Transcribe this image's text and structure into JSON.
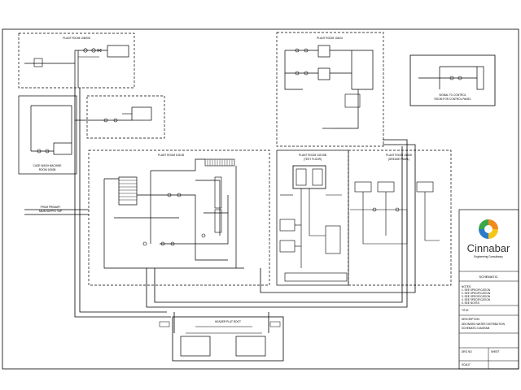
{
  "diagram": {
    "room_labels": {
      "r108": "PLANT ROOM 108/208",
      "r104": "PLANT ROOM 104/04",
      "r103": "PLANT ROOM 103/1B",
      "r102": "PLANT ROOM 102/15B",
      "r102_sub": "(TEST FLOOR)",
      "r105": "PLANT ROOM 105/08",
      "r105_sub": "(GREASE PANEL)",
      "cage": "CAGE WASH MACHINE",
      "cage_sub": "ROOM 105/08",
      "pump": "SIGNAL TO CONTROL",
      "pump_sub": "ROOM FOR CONTROL PANEL",
      "bottom": "HEADER PLAT ROOT",
      "side": "FROM PRIMARY",
      "side_sub": "MAIN SUPPLY TAP"
    }
  },
  "title_block": {
    "section": "SCHEMATIC",
    "company": "Cinnabar",
    "tagline": "Engineering Consultancy",
    "notes": [
      "NOTES:",
      "1. SEE SPECIFICATION",
      "2. SEE SPECIFICATION",
      "3. SEE SPECIFICATION",
      "4. SEE SPECIFICATION",
      "5. SEE NOTES"
    ],
    "project_label": "TITLE",
    "project": "TITLE",
    "title_label": "DESCRIPTION",
    "title_line1": "DEIONISED WATER DISTRIBUTION",
    "title_line2": "SCHEMATIC DIAGRAM",
    "drawing_no": "DRG NO",
    "sheet": "SHEET",
    "scale": "SCALE"
  },
  "colors": {
    "line": "#000000",
    "logo_orange": "#f08a1c",
    "logo_green": "#3aa84a",
    "logo_blue": "#2a7cc7",
    "logo_yellow": "#f5c518"
  }
}
